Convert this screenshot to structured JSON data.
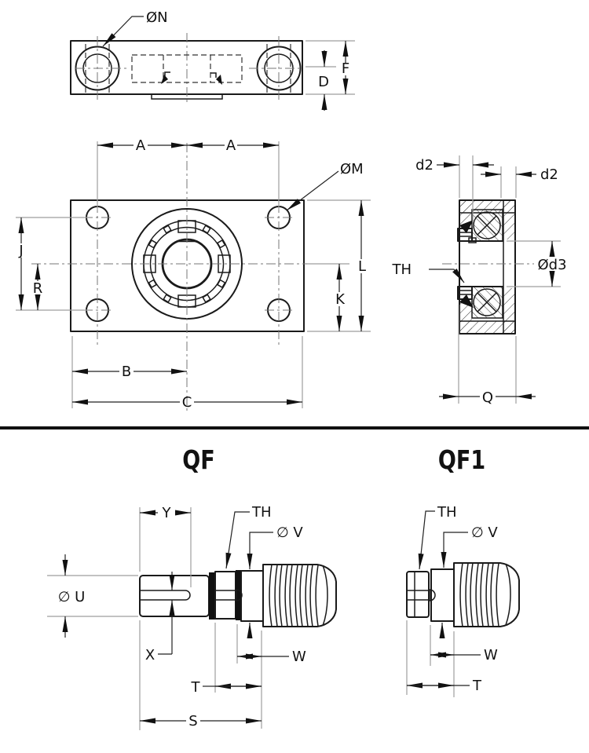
{
  "drawing": {
    "type": "technical-dimension-drawing",
    "colors": {
      "line": "#1a1a1a",
      "extension": "#9e9e9e",
      "background": "#ffffff"
    }
  },
  "top_view": {
    "bolt_hole": "ØN",
    "f": "F",
    "d": "D"
  },
  "front_view": {
    "a_left": "A",
    "a_right": "A",
    "bolt_hole": "ØM",
    "j": "J",
    "r": "R",
    "l": "L",
    "k": "K",
    "b": "B",
    "c": "C"
  },
  "side_view": {
    "d2_left": "d2",
    "d2_right": "d2",
    "d3": "Ød3",
    "th": "TH",
    "q": "Q"
  },
  "qf": {
    "title": "QF",
    "y": "Y",
    "th": "TH",
    "v": "∅ V",
    "u": "∅ U",
    "x": "X",
    "w": "W",
    "t": "T",
    "s": "S"
  },
  "qf1": {
    "title": "QF1",
    "th": "TH",
    "v": "∅ V",
    "w": "W",
    "t": "T"
  }
}
